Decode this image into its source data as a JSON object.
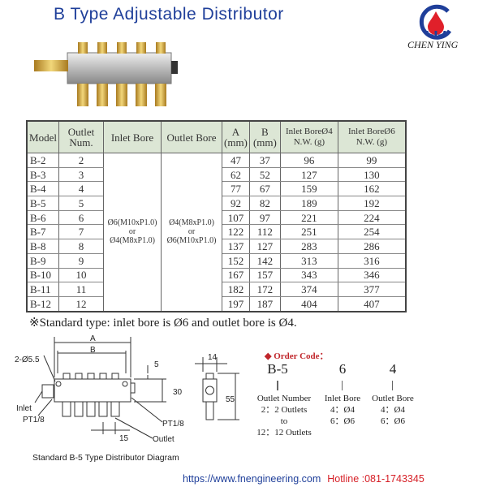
{
  "header": {
    "title": "B Type Adjustable Distributor",
    "brand": "CHEN YING"
  },
  "table": {
    "headers": [
      "Model",
      "Outlet Num.",
      "Inlet Bore",
      "Outlet Bore",
      "A (mm)",
      "B (mm)",
      "Inlet BoreØ4 N.W. (g)",
      "Inlet BoreØ6 N.W. (g)"
    ],
    "inlet_bore": [
      "Ø6(M10xP1.0)",
      "or",
      "Ø4(M8xP1.0)"
    ],
    "outlet_bore": [
      "Ø4(M8xP1.0)",
      "or",
      "Ø6(M10xP1.0)"
    ],
    "rows": [
      [
        "B-2",
        "2",
        "47",
        "37",
        "96",
        "99"
      ],
      [
        "B-3",
        "3",
        "62",
        "52",
        "127",
        "130"
      ],
      [
        "B-4",
        "4",
        "77",
        "67",
        "159",
        "162"
      ],
      [
        "B-5",
        "5",
        "92",
        "82",
        "189",
        "192"
      ],
      [
        "B-6",
        "6",
        "107",
        "97",
        "221",
        "224"
      ],
      [
        "B-7",
        "7",
        "122",
        "112",
        "251",
        "254"
      ],
      [
        "B-8",
        "8",
        "137",
        "127",
        "283",
        "286"
      ],
      [
        "B-9",
        "9",
        "152",
        "142",
        "313",
        "316"
      ],
      [
        "B-10",
        "10",
        "167",
        "157",
        "343",
        "346"
      ],
      [
        "B-11",
        "11",
        "182",
        "172",
        "374",
        "377"
      ],
      [
        "B-12",
        "12",
        "197",
        "187",
        "404",
        "407"
      ]
    ]
  },
  "note": "※Standard type: inlet bore is Ø6 and outlet bore is Ø4.",
  "diagram": {
    "A": "A",
    "B": "B",
    "hole": "2-Ø5.5",
    "d5": "5",
    "d30": "30",
    "d14": "14",
    "d55": "55",
    "d15": "15",
    "inlet": "Inlet",
    "pt_left": "PT1/8",
    "pt_right": "PT1/8",
    "outlet": "Outlet",
    "caption": "Standard B-5 Type Distributor Diagram"
  },
  "order_code": {
    "heading": "Order Code：",
    "codes": [
      "B-5",
      "6",
      "4"
    ],
    "col1": [
      "Outlet Number",
      "2：2  Outlets",
      "to",
      "12：12 Outlets"
    ],
    "col2": [
      "Inlet Bore",
      "4：Ø4",
      "6：Ø6"
    ],
    "col3": [
      "Outlet Bore",
      "4：Ø4",
      "6：Ø6"
    ]
  },
  "footer": {
    "url": "https://www.fnengineering.com",
    "hotline": "Hotline :081-1743345"
  },
  "colors": {
    "title": "#1f3f9a",
    "accent": "#c0262b",
    "header_bg": "#dce6d5"
  }
}
